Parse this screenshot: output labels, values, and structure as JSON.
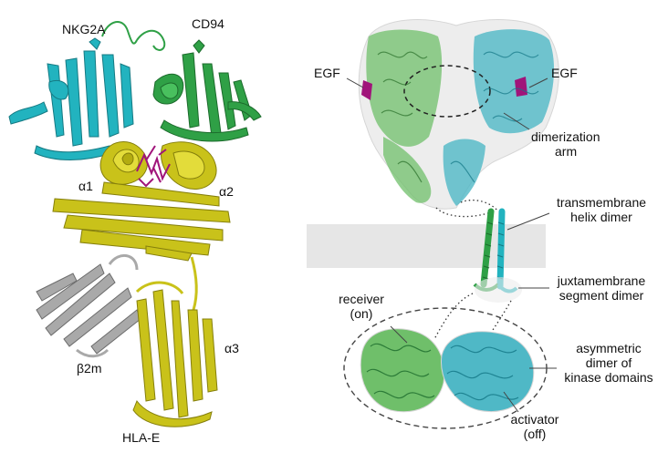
{
  "left_panel": {
    "labels": {
      "nkg2a": "NKG2A",
      "cd94": "CD94",
      "alpha1": "α1",
      "alpha2": "α2",
      "alpha3": "α3",
      "b2m": "β2m",
      "hlae": "HLA-E"
    }
  },
  "right_panel": {
    "labels": {
      "egf_left": "EGF",
      "egf_right": "EGF",
      "dimerization_arm_1": "dimerization",
      "dimerization_arm_2": "arm",
      "transmembrane_1": "transmembrane",
      "transmembrane_2": "helix dimer",
      "juxtamembrane_1": "juxtamembrane",
      "juxtamembrane_2": "segment dimer",
      "receiver_1": "receiver",
      "receiver_2": "(on)",
      "asymmetric_1": "asymmetric",
      "asymmetric_2": "dimer of",
      "asymmetric_3": "kinase domains",
      "activator_1": "activator",
      "activator_2": "(off)"
    }
  },
  "colors": {
    "cyan": "#22b3bf",
    "green": "#2fa046",
    "yellow": "#c9c21a",
    "gray": "#a9a9a9",
    "magenta": "#a0147a",
    "membrane": "#e6e6e6"
  }
}
